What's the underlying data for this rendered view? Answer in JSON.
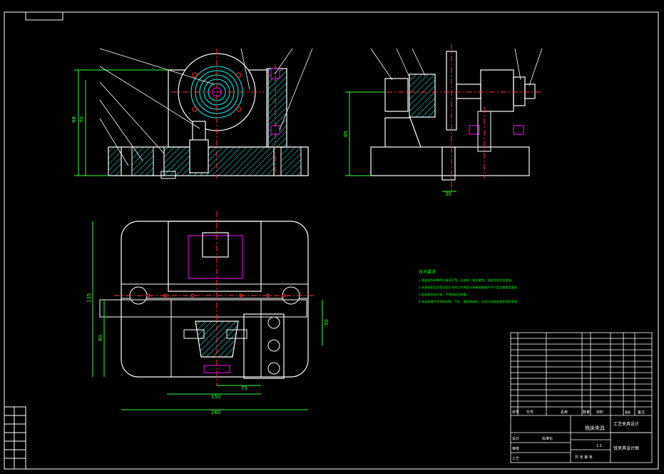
{
  "title_block": {
    "title_line1": "工艺夹具设计",
    "title_line2": "铣夹具设计图",
    "drawing_name": "铣床夹具",
    "scale_value": "1:1",
    "header_code": "代号",
    "header_name": "名称",
    "header_qty": "数量",
    "header_material": "材料",
    "header_weight": "重量",
    "header_remark": "备注",
    "row_labels": [
      "设计",
      "审核",
      "工艺",
      "标准化"
    ],
    "sheet_label": "共 张 第 张"
  },
  "tech_notes": {
    "heading": "技术要求",
    "lines": [
      "1.装配前所有零件应清洗干净，去毛刺、锐边倒钝，各配合面涂润滑油。",
      "2.夹具装配后应保证定位元件工作表面对夹具体底面的平行度及垂直度要求。",
      "3.各紧固件应拧紧，不得有松动现象。",
      "4.夹具体铸件不得有砂眼、气孔、裂纹等缺陷，应进行时效处理并涂防锈漆。"
    ]
  },
  "dims": {
    "front_height": "98",
    "front_height2": "70",
    "side_height": "85",
    "side_width": "30",
    "plan_width_outer": "260",
    "plan_width_inner": "150",
    "plan_depth": "135",
    "plan_depth2": "80",
    "plan_bore": "50",
    "plan_offset": "75"
  },
  "colors": {
    "background": "#000000",
    "frame": "#ffffff",
    "outline": "#ffffff",
    "hatch": "#00ffff",
    "center": "#ff3333",
    "dimension": "#33ff33",
    "accent": "#ff00ff",
    "notes": "#00ff00",
    "leader": "#ffffff"
  }
}
